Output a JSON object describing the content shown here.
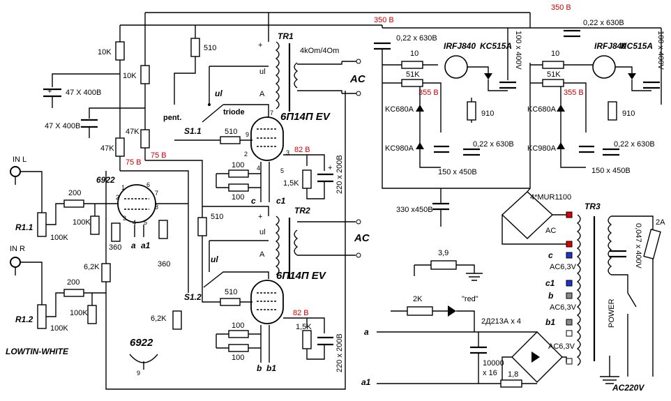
{
  "labels": {
    "tube_left": "6922",
    "tube_bottom": "6922",
    "tube_bottom_pin": "9",
    "pentode_top": "6П14П EV",
    "pentode_bottom": "6П14П EV",
    "tr1": "TR1",
    "tr2": "TR2",
    "tr3": "TR3",
    "tr1_ratio": "4kOm/4Om",
    "ac1": "AC",
    "ac2": "AC",
    "ac_bridge": "AC",
    "brand": "LOWTIN-WHITE",
    "in_l": "IN L",
    "in_r": "IN R",
    "r11": "R1.1",
    "r12": "R1.2",
    "s11": "S1.1",
    "s12": "S1.2",
    "pent": "pent.",
    "triode": "triode",
    "ul_top": "ul",
    "ul_bottom": "ul",
    "ul_tr1": "ul",
    "ul_tr2": "ul",
    "a_tr1": "A",
    "a_tr2": "A",
    "c_out": "c",
    "c1_out": "c1",
    "a_pin": "a",
    "a1_pin": "a1",
    "b_pin": "b",
    "b1_pin": "b1",
    "power": "POWER",
    "ac220": "AC220V",
    "fuse": "2A",
    "red": "\"red\"",
    "diode_bridge": "4*MUR1100",
    "diode_heater": "2Д213А x 4",
    "ac63_1": "AC6,3V",
    "ac63_2": "AC6,3V",
    "ac63_3": "AC6,3V",
    "tap_c": "c",
    "tap_c1": "c1",
    "tap_b": "b",
    "tap_b1": "b1",
    "heater_a": "a",
    "heater_a1": "a1"
  },
  "voltages": {
    "v350_left": "350 В",
    "v350_right": "350 В",
    "v355_left": "355 В",
    "v355_right": "355 В",
    "v82_top": "82 В",
    "v82_bottom": "82 В",
    "v75_left": "75 В",
    "v75_right": "75 В"
  },
  "components": {
    "r10k_a": "10K",
    "r10k_b": "10K",
    "r47k_a": "47K",
    "r47k_b": "47K",
    "c47_a": "47 X 400В",
    "c47_b": "47 X 400В",
    "r510_a": "510",
    "r510_b": "510",
    "r510_c": "510",
    "r510_d": "510",
    "r200_a": "200",
    "r200_b": "200",
    "r100k_a": "100K",
    "r100k_b": "100K",
    "r100k_pot_a": "100K",
    "r100k_pot_b": "100K",
    "r360_a": "360",
    "r360_b": "360",
    "r62k_a": "6,2K",
    "r62k_b": "6,2K",
    "r100_a": "100",
    "r100_b": "100",
    "r100_c": "100",
    "r100_d": "100",
    "r15k_a": "1,5K",
    "r15k_b": "1,5K",
    "c220_a": "220 x 200В",
    "c220_b": "220 x 200В",
    "c022_a": "0,22 x 630В",
    "c022_b": "0,22 x 630В",
    "c022_c": "0,22 x 630В",
    "c022_d": "0,22 x 630В",
    "r10_a": "10",
    "r10_b": "10",
    "r51k_a": "51K",
    "r51k_b": "51K",
    "irf_a": "IRFJ840",
    "irf_b": "IRFJ840",
    "kc515_a": "KC515A",
    "kc515_b": "KC515A",
    "kc680_a": "KC680A",
    "kc680_b": "KC680A",
    "kc980_a": "KC980A",
    "kc980_b": "KC980A",
    "r910_a": "910",
    "r910_b": "910",
    "c150_a": "150 x 450В",
    "c150_b": "150 x 450В",
    "c100_a": "100 x 400V",
    "c100_b": "100 x 400V",
    "c330": "330 x450В",
    "r39": "3,9",
    "r2k": "2K",
    "c10000": "10000",
    "c10000_v": "x 16",
    "r18": "1,8",
    "c0047": "0,047 x 400V"
  },
  "pins": {
    "p1": "1",
    "p2": "2",
    "p3": "3",
    "p4": "4",
    "p5": "5",
    "p6": "6",
    "p7": "7",
    "p8": "8",
    "p9": "9"
  }
}
